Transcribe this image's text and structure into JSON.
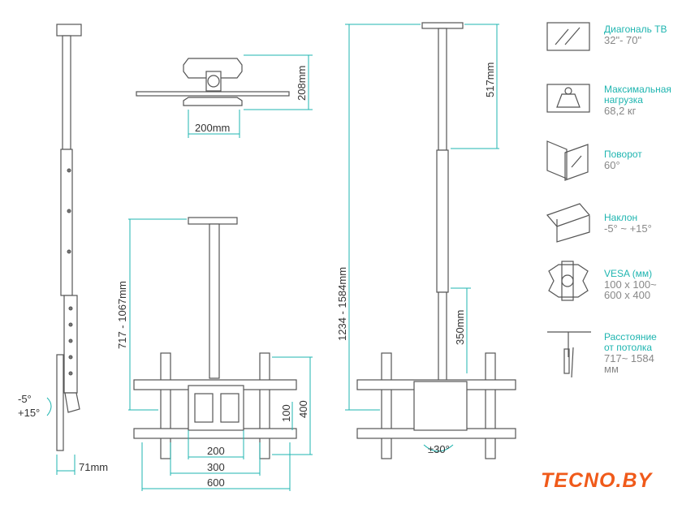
{
  "dimensions": {
    "tilt_minus": "-5°",
    "tilt_plus": "+15°",
    "depth": "71mm",
    "plate_height": "208mm",
    "plate_width": "200mm",
    "height_range_short": "717 - 1067mm",
    "height_range_long": "1234 - 1584mm",
    "top_segment": "517mm",
    "lower_segment": "350mm",
    "vesa_100": "100",
    "vesa_400": "400",
    "vesa_200": "200",
    "vesa_300": "300",
    "vesa_600": "600",
    "swivel": "±30°"
  },
  "specs": [
    {
      "icon": "tv-diagonal-icon",
      "title": "Диагональ ТВ",
      "value": "32\"- 70\""
    },
    {
      "icon": "weight-icon",
      "title": "Максимальная нагрузка",
      "value": "68,2 кг"
    },
    {
      "icon": "swivel-icon",
      "title": "Поворот",
      "value": "60°"
    },
    {
      "icon": "tilt-icon",
      "title": "Наклон",
      "value": "-5° ~ +15°"
    },
    {
      "icon": "vesa-icon",
      "title": "VESA (мм)",
      "value": "100 x 100~ 600 x 400"
    },
    {
      "icon": "ceiling-distance-icon",
      "title": "Расстояние от потолка",
      "value": "717~ 1584 мм"
    }
  ],
  "logo": "TECNO.BY",
  "colors": {
    "accent": "#1fb5b0",
    "logo": "#f05a1a",
    "line": "#555555"
  }
}
